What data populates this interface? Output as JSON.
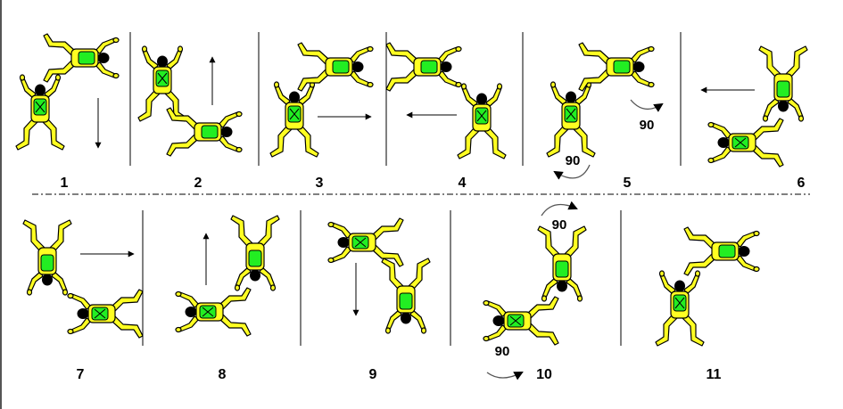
{
  "step_labels": [
    "1",
    "2",
    "3",
    "4",
    "5",
    "6",
    "7",
    "8",
    "9",
    "10",
    "11"
  ],
  "rotation_label": "90",
  "colors": {
    "suit": "#ffff22",
    "outline": "#000000",
    "rig": "#22ee22",
    "head": "#000000"
  },
  "icons": {
    "figure": "skydiver-icon",
    "arrow": "direction-arrow-icon",
    "rotation": "rotation-arrow-icon"
  }
}
